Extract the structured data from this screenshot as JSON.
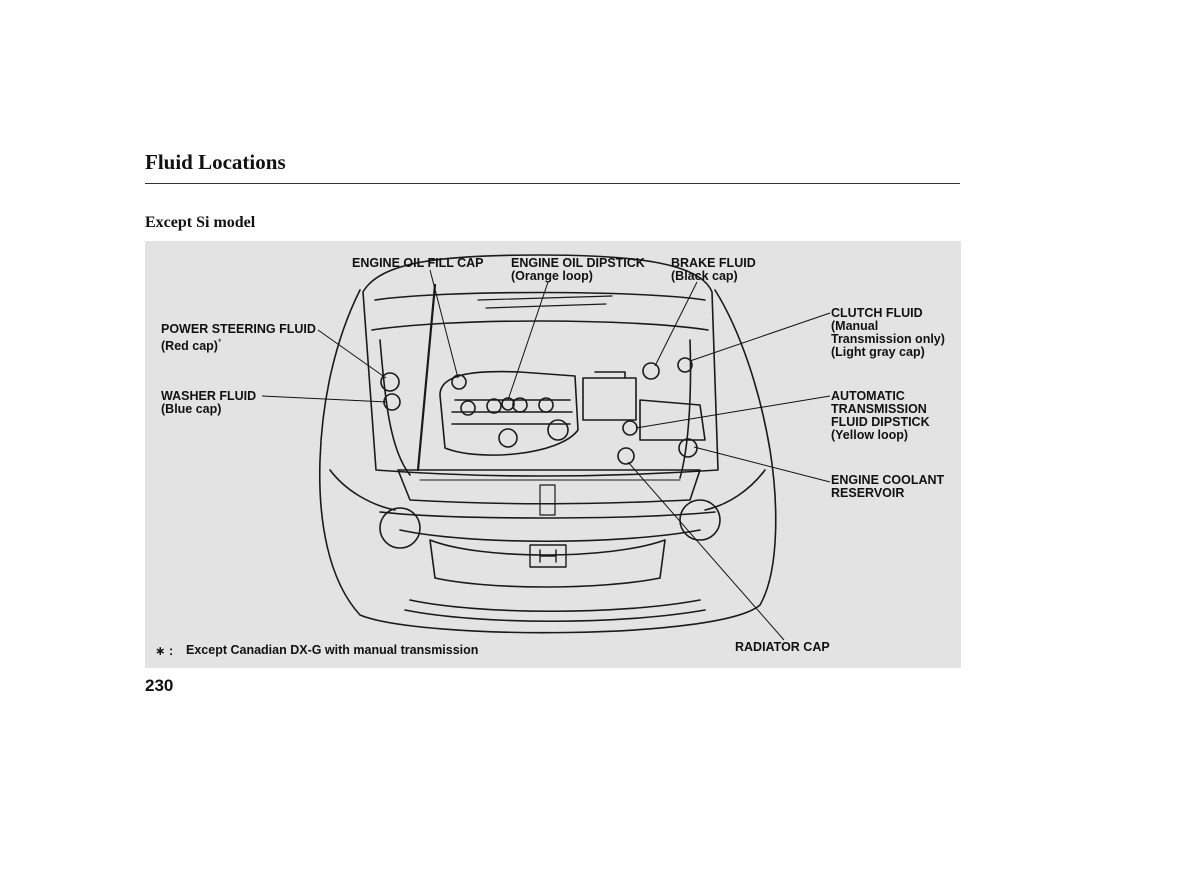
{
  "page": {
    "title": "Fluid Locations",
    "subtitle": "Except Si model",
    "page_number": "230"
  },
  "callouts": {
    "engine_oil_fill_cap": {
      "line1": "ENGINE OIL FILL CAP"
    },
    "engine_oil_dipstick": {
      "line1": "ENGINE OIL DIPSTICK",
      "line2": "(Orange loop)"
    },
    "brake_fluid": {
      "line1": "BRAKE FLUID",
      "line2": "(Black cap)"
    },
    "clutch_fluid": {
      "line1": "CLUTCH FLUID",
      "line2": "(Manual",
      "line3": "Transmission only)",
      "line4": "(Light gray cap)"
    },
    "power_steering_fluid": {
      "line1": "POWER STEERING FLUID",
      "line2": "(Red cap)",
      "marker": "*"
    },
    "washer_fluid": {
      "line1": "WASHER FLUID",
      "line2": "(Blue cap)"
    },
    "atf_dipstick": {
      "line1": "AUTOMATIC",
      "line2": "TRANSMISSION",
      "line3": "FLUID DIPSTICK",
      "line4": "(Yellow loop)"
    },
    "engine_coolant_reservoir": {
      "line1": "ENGINE COOLANT",
      "line2": "RESERVOIR"
    },
    "radiator_cap": {
      "line1": "RADIATOR CAP"
    }
  },
  "footnote": {
    "symbol": "∗ :",
    "text": "Except Canadian DX-G with manual transmission"
  },
  "colors": {
    "panel_background": "#e3e3e3",
    "ink": "#111111"
  }
}
